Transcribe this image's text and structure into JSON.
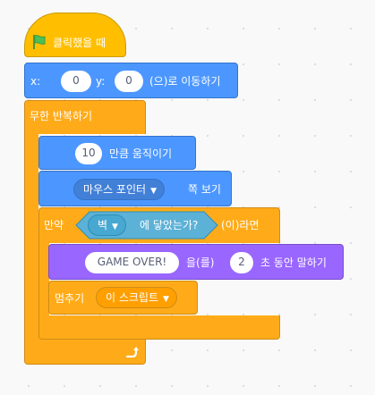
{
  "hat": {
    "label": "클릭했을 때",
    "icon": "green-flag-icon"
  },
  "goto": {
    "x_label": "x:",
    "x_value": "0",
    "y_label": "y:",
    "y_value": "0",
    "suffix": "(으)로 이동하기"
  },
  "forever": {
    "label": "무한 반복하기",
    "icon": "loop-arrow-icon"
  },
  "move": {
    "value": "10",
    "suffix": "만큼 움직이기"
  },
  "point": {
    "option": "마우스 포인터",
    "suffix": "쪽 보기"
  },
  "if_block": {
    "prefix": "만약",
    "suffix": "(이)라면"
  },
  "touching": {
    "option": "벽",
    "suffix": "에 닿았는가?"
  },
  "say": {
    "message": "GAME OVER!",
    "mid": "을(를)",
    "seconds": "2",
    "suffix": "초 동안 말하기"
  },
  "stop": {
    "label": "멈추기",
    "option": "이 스크립트"
  },
  "colors": {
    "events": "#ffbf00",
    "motion": "#4c97ff",
    "control": "#ffab19",
    "sensing": "#5cb1d6",
    "looks": "#9966ff"
  }
}
